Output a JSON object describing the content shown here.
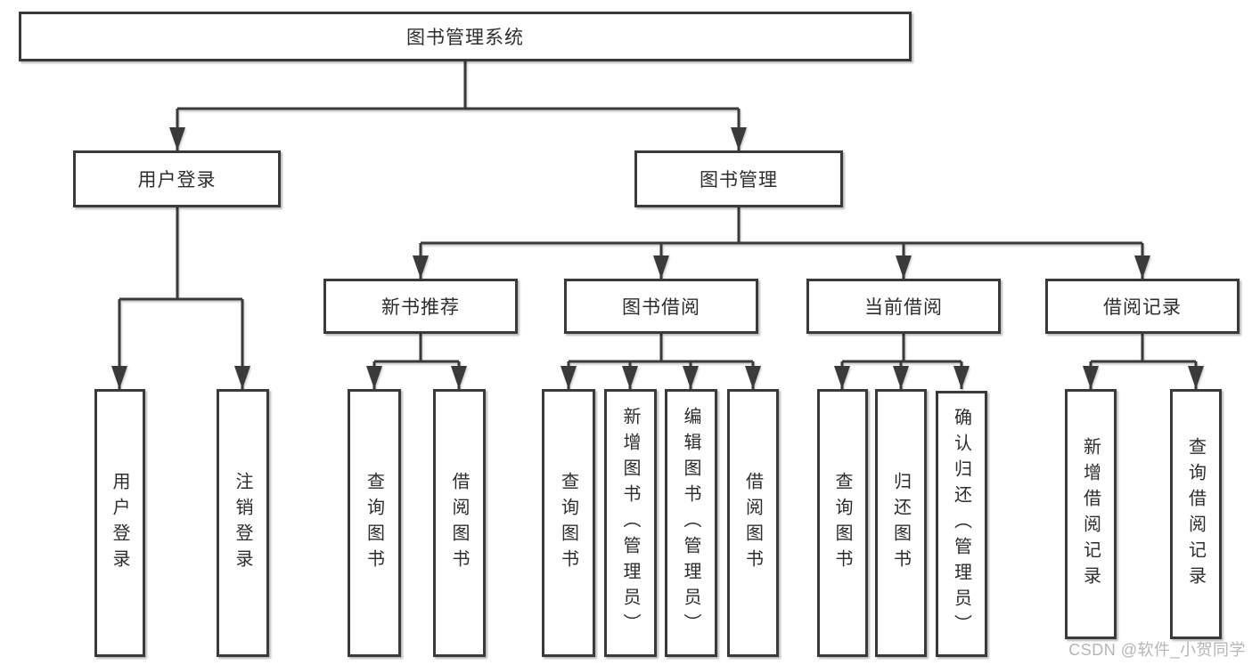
{
  "tree": {
    "root": {
      "label": "图书管理系统",
      "children": [
        {
          "label": "用户登录",
          "children": [
            {
              "label": "用户登录"
            },
            {
              "label": "注销登录"
            }
          ]
        },
        {
          "label": "图书管理",
          "children": [
            {
              "label": "新书推荐",
              "children": [
                {
                  "label": "查询图书"
                },
                {
                  "label": "借阅图书"
                }
              ]
            },
            {
              "label": "图书借阅",
              "children": [
                {
                  "label": "查询图书"
                },
                {
                  "label": "新增图书（管理员）"
                },
                {
                  "label": "编辑图书（管理员）"
                },
                {
                  "label": "借阅图书"
                }
              ]
            },
            {
              "label": "当前借阅",
              "children": [
                {
                  "label": "查询图书"
                },
                {
                  "label": "归还图书"
                },
                {
                  "label": "确认归还（管理员）"
                }
              ]
            },
            {
              "label": "借阅记录",
              "children": [
                {
                  "label": "新增借阅记录"
                },
                {
                  "label": "查询借阅记录"
                }
              ]
            }
          ]
        }
      ]
    }
  },
  "watermark": "CSDN @软件_小贺同学",
  "colors": {
    "line": "#3a3a3a",
    "border": "#3a3a3a",
    "fill": "#ffffff",
    "text": "#2d2d2d",
    "watermark": "#b5b5b5",
    "background": "#ffffff"
  }
}
